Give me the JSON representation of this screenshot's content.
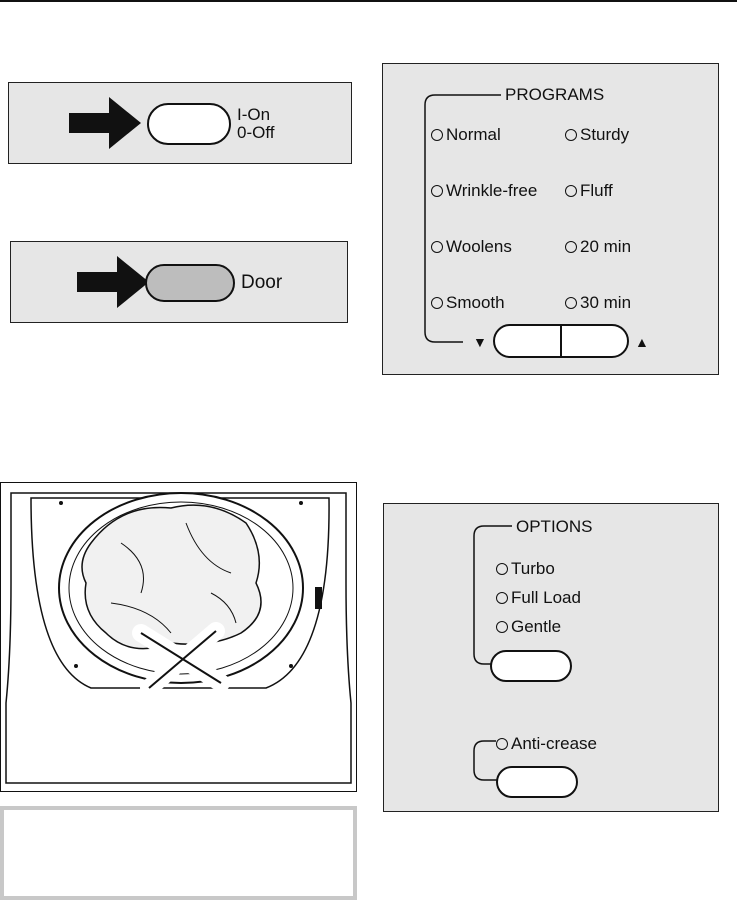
{
  "power_panel": {
    "on_label": "I-On",
    "off_label": "0-Off"
  },
  "door_panel": {
    "door_label": "Door"
  },
  "programs": {
    "header": "PROGRAMS",
    "items": [
      "Normal",
      "Sturdy",
      "Wrinkle-free",
      "Fluff",
      "Woolens",
      "20 min",
      "Smooth",
      "30 min"
    ],
    "down_arrow": "▼",
    "up_arrow": "▲"
  },
  "options": {
    "header": "OPTIONS",
    "items": [
      "Turbo",
      "Full Load",
      "Gentle"
    ],
    "anti_crease": "Anti-crease"
  }
}
